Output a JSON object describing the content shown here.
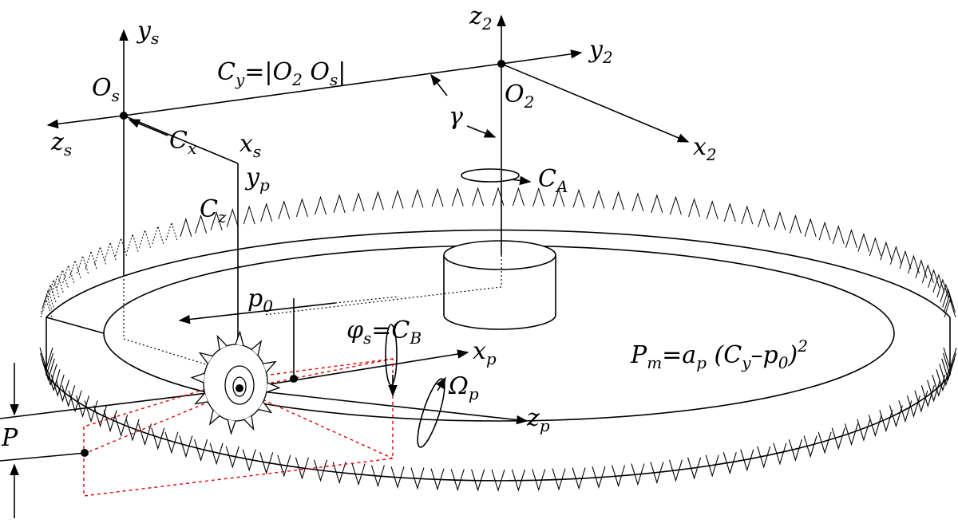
{
  "labels": {
    "ys": {
      "base": "y",
      "sub": "s"
    },
    "z2": {
      "base": "z",
      "sub": "2"
    },
    "y2": {
      "base": "y",
      "sub": "2"
    },
    "x2": {
      "base": "x",
      "sub": "2"
    },
    "Os": {
      "base": "O",
      "sub": "s"
    },
    "O2": {
      "base": "O",
      "sub": "2"
    },
    "zs": {
      "base": "z",
      "sub": "s"
    },
    "xs": {
      "base": "x",
      "sub": "s"
    },
    "Cx": {
      "base": "C",
      "sub": "x"
    },
    "yp": {
      "base": "y",
      "sub": "p"
    },
    "Cz": {
      "base": "C",
      "sub": "z"
    },
    "CA": {
      "base": "C",
      "sub": "A"
    },
    "gamma": {
      "base": "γ"
    },
    "p0": {
      "base": "p",
      "sub": "0"
    },
    "xp": {
      "base": "x",
      "sub": "p"
    },
    "zp": {
      "base": "z",
      "sub": "p"
    },
    "Omega": {
      "base": "Ω",
      "sub": "p"
    },
    "P": {
      "base": "P"
    }
  },
  "equations": {
    "cy": {
      "lhs": "C",
      "lhs_sub": "y",
      "eq": "=|O",
      "o2_sub": "2",
      "sp": " O",
      "os_sub": "s",
      "end": "|"
    },
    "phi": {
      "phi": "φ",
      "phi_sub": "s",
      "eq": "=C",
      "cb_sub": "B"
    },
    "pm": {
      "p": "P",
      "p_sub": "m",
      "eq": "=a",
      "a_sub": "p",
      "open": " (C",
      "c_sub": "y",
      "minus": "–p",
      "p0_sub": "0",
      "close": ")",
      "exp": "2"
    }
  },
  "colors": {
    "line": "#000000",
    "construction": "#e00000"
  }
}
